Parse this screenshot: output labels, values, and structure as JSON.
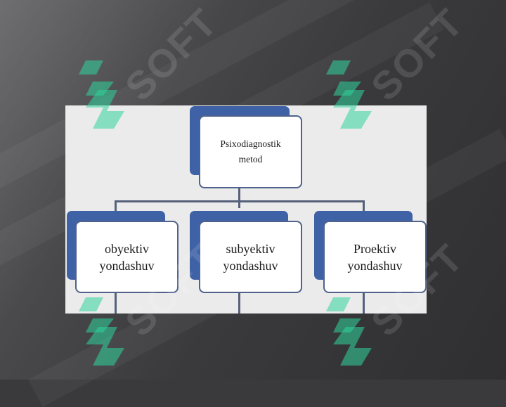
{
  "diagram": {
    "root": {
      "label": "Psixodiagnostik\nmetod"
    },
    "children": [
      {
        "label": "obyektiv\nyondashuv"
      },
      {
        "label": "subyektiv\nyondashuv"
      },
      {
        "label": "Proektiv\nyondashuv"
      }
    ]
  },
  "watermark": {
    "text": "SOFT",
    "logo_icon": "green-s-logo-icon",
    "logo_color": "#2fd39b"
  },
  "colors": {
    "node_accent": "#3f62a6",
    "node_border": "#50628c",
    "connector": "#55607a",
    "panel_bg": "#ebebeb"
  }
}
